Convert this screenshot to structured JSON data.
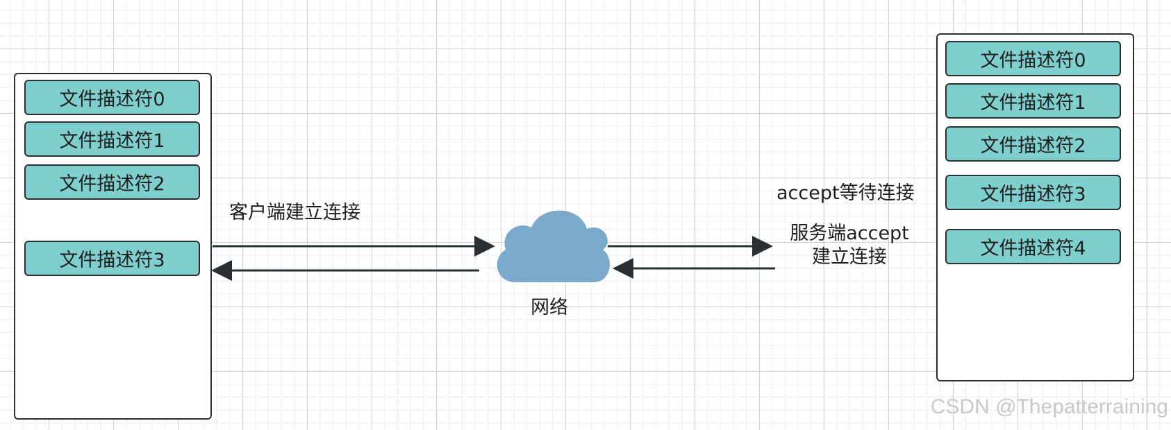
{
  "client": {
    "descriptors": [
      "文件描述符0",
      "文件描述符1",
      "文件描述符2",
      "文件描述符3"
    ]
  },
  "server": {
    "descriptors": [
      "文件描述符0",
      "文件描述符1",
      "文件描述符2",
      "文件描述符3",
      "文件描述符4"
    ]
  },
  "labels": {
    "client_connect": "客户端建立连接",
    "network": "网络",
    "accept_wait": "accept等待连接",
    "server_accept_line1": "服务端accept",
    "server_accept_line2": "建立连接"
  },
  "watermark": "CSDN @Thepatterraining",
  "colors": {
    "descriptor_fill": "#7fcfcf",
    "cloud_fill": "#7aa9c9",
    "stroke": "#2a2f33"
  },
  "icons": {
    "network": "cloud-icon"
  }
}
